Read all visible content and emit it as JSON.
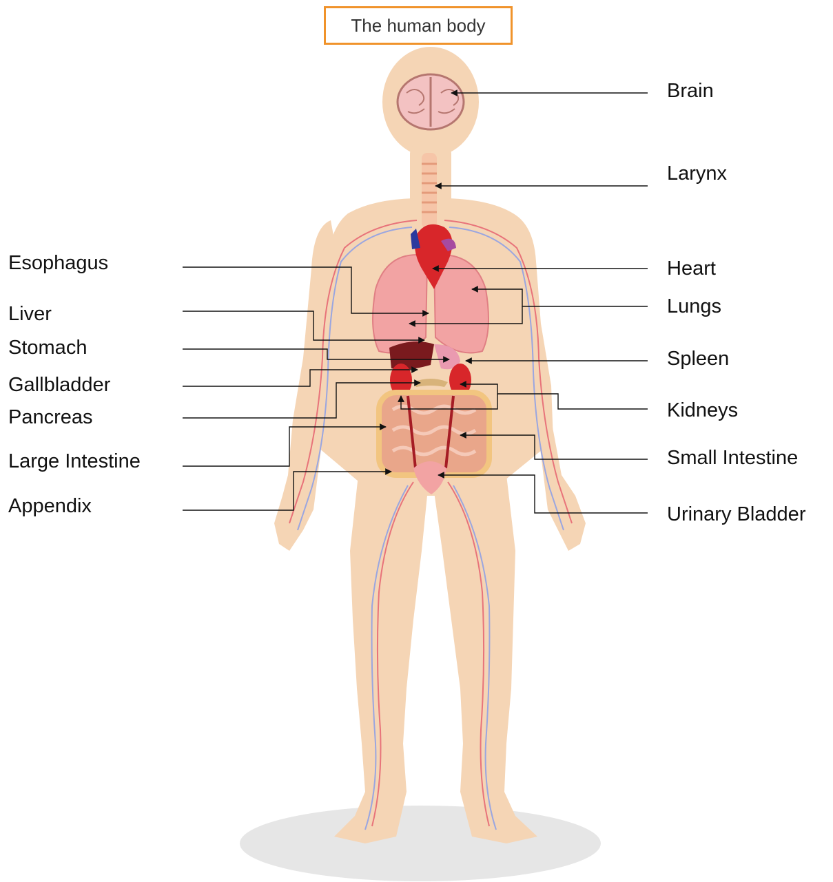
{
  "title": "The human body",
  "labels_left": [
    {
      "key": "esophagus",
      "text": "Esophagus"
    },
    {
      "key": "liver",
      "text": "Liver"
    },
    {
      "key": "stomach",
      "text": "Stomach"
    },
    {
      "key": "gallbladder",
      "text": "Gallbladder"
    },
    {
      "key": "pancreas",
      "text": "Pancreas"
    },
    {
      "key": "large-intestine",
      "text": "Large Intestine"
    },
    {
      "key": "appendix",
      "text": "Appendix"
    }
  ],
  "labels_right": [
    {
      "key": "brain",
      "text": "Brain"
    },
    {
      "key": "larynx",
      "text": "Larynx"
    },
    {
      "key": "heart",
      "text": "Heart"
    },
    {
      "key": "lungs",
      "text": "Lungs"
    },
    {
      "key": "spleen",
      "text": "Spleen"
    },
    {
      "key": "kidneys",
      "text": "Kidneys"
    },
    {
      "key": "small-intestine",
      "text": "Small Intestine"
    },
    {
      "key": "urinary-bladder",
      "text": "Urinary Bladder"
    }
  ],
  "colors": {
    "title_border": "#f0932b",
    "skin": "#f5d5b5",
    "shadow": "#e6e6e6",
    "artery": "#e8737a",
    "vein": "#9aa6e0",
    "organ_red": "#d8262a",
    "lung": "#f2a3a3",
    "intestine": "#e9a68a",
    "brain": "#f3c2c2"
  }
}
